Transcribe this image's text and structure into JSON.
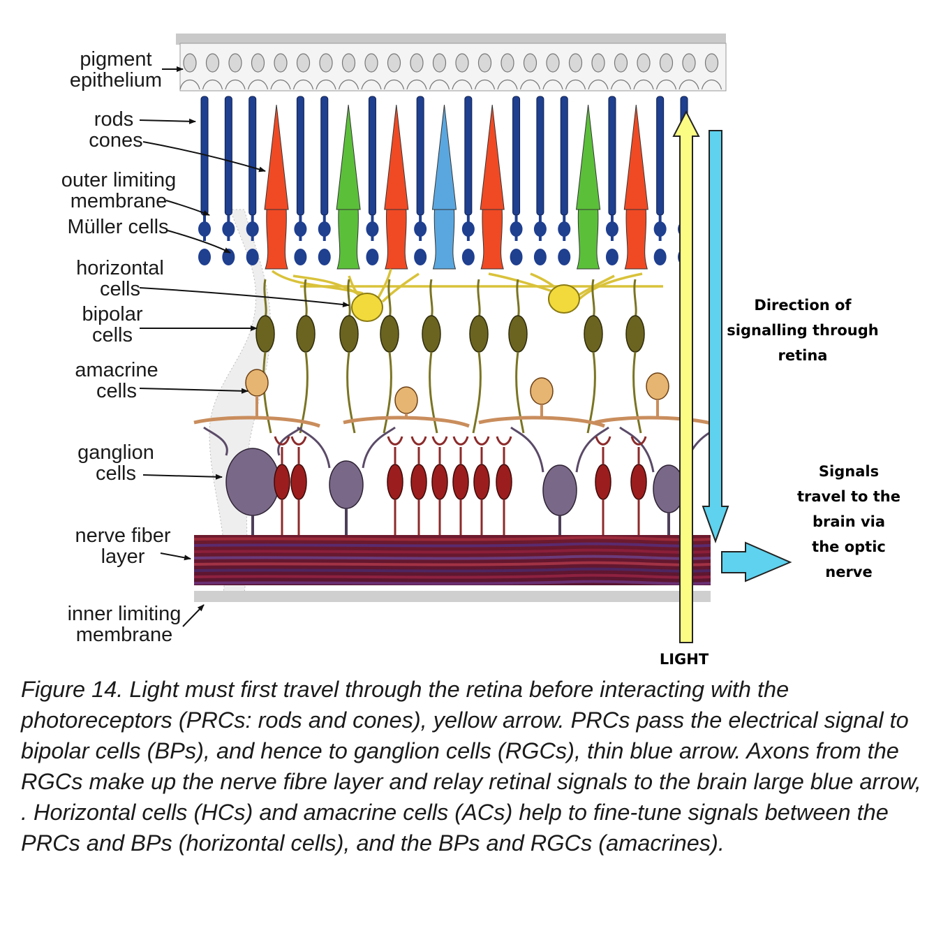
{
  "labels": {
    "pigment_epithelium": [
      "pigment",
      "epithelium"
    ],
    "rods": "rods",
    "cones": "cones",
    "outer_limiting_membrane": [
      "outer limiting",
      "membrane"
    ],
    "muller_cells": "Müller cells",
    "horizontal_cells": [
      "horizontal",
      "cells"
    ],
    "bipolar_cells": [
      "bipolar",
      "cells"
    ],
    "amacrine_cells": [
      "amacrine",
      "cells"
    ],
    "ganglion_cells": [
      "ganglion",
      "cells"
    ],
    "nerve_fiber_layer": [
      "nerve fiber",
      "layer"
    ],
    "inner_limiting_membrane": [
      "inner limiting",
      "membrane"
    ]
  },
  "annotations": {
    "direction": [
      "Direction of",
      "signalling through",
      "retina"
    ],
    "signals": [
      "Signals",
      "travel to the",
      "brain via",
      "the optic",
      "nerve"
    ],
    "light": "LIGHT"
  },
  "caption": "Figure 14. Light must first travel through the retina before interacting with the photoreceptors (PRCs: rods and cones), yellow arrow. PRCs pass the electrical signal to bipolar cells (BPs), and hence to ganglion cells (RGCs), thin blue arrow. Axons from the RGCs make up the nerve fibre layer and relay retinal signals to the brain large blue arrow, . Horizontal cells (HCs) and amacrine cells (ACs) help to fine-tune signals between the PRCs and BPs (horizontal cells), and the BPs and RGCs (amacrines).",
  "photoreceptors": [
    "rod",
    "rod",
    "rod",
    "red",
    "rod",
    "rod",
    "green",
    "rod",
    "red",
    "rod",
    "blue",
    "rod",
    "red",
    "rod",
    "rod",
    "rod",
    "green",
    "rod",
    "red",
    "rod",
    "rod"
  ],
  "colors": {
    "rod": "#1f3f8f",
    "red_cone": "#f04a24",
    "green_cone": "#5bbf3a",
    "blue_cone": "#5aa7e0",
    "horizontal_cell": "#f2da3c",
    "bipolar_cell": "#6b6420",
    "amacrine_cell": "#e6b571",
    "ganglion_purple": "#7a6888",
    "ganglion_red": "#9c1d1d",
    "nerve_fiber": "#7c1f36",
    "light_arrow": "#fbfc84",
    "signal_arrow": "#5ed2ee"
  }
}
